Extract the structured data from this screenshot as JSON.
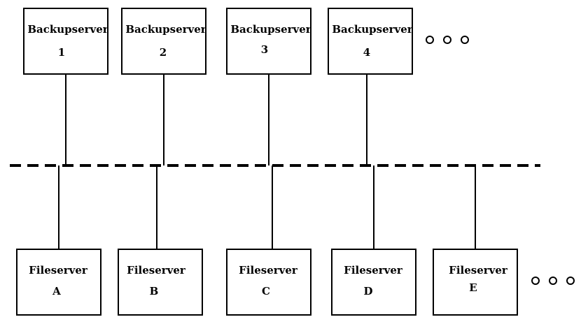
{
  "backup_servers": [
    {
      "name": "Backupserver",
      "id": "1"
    },
    {
      "name": "Backupserver",
      "id": "2"
    },
    {
      "name": "Backupserver",
      "id": "3"
    },
    {
      "name": "Backupserver",
      "id": "4"
    }
  ],
  "file_servers": [
    {
      "name": "Fileserver",
      "id": "A"
    },
    {
      "name": "Fileserver",
      "id": "B"
    },
    {
      "name": "Fileserver",
      "id": "C"
    },
    {
      "name": "Fileserver",
      "id": "D"
    },
    {
      "name": "Fileserver",
      "id": "E"
    }
  ],
  "colors": {
    "stroke": "#000000",
    "background": "#ffffff"
  }
}
